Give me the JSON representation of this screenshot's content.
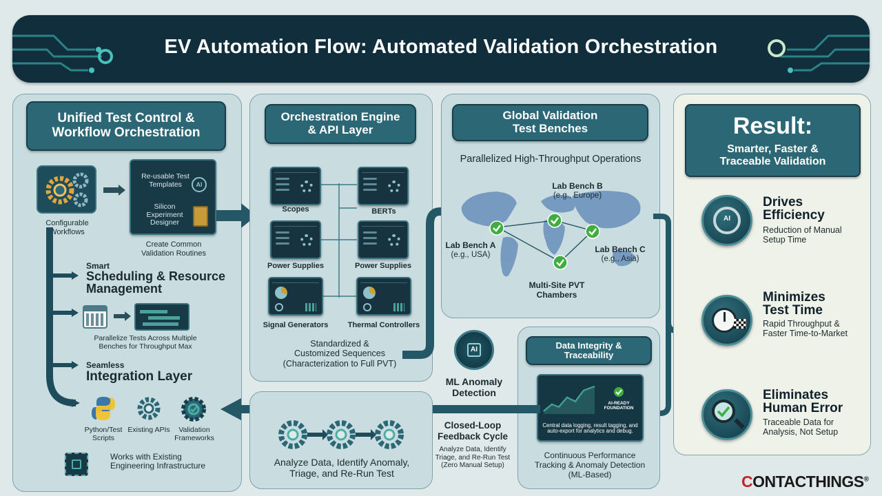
{
  "header": {
    "title": "EV Automation Flow: Automated Validation Orchestration"
  },
  "panel1": {
    "title_line1": "Unified Test Control &",
    "title_line2": "Workflow Orchestration",
    "configurable": "Configurable Workflows",
    "templates_card": {
      "line1": "Re-usable Test",
      "line2": "Templates",
      "line3": "Silicon",
      "line4": "Experiment",
      "line5": "Designer"
    },
    "create_common": "Create Common Validation Routines",
    "smart_small": "Smart",
    "smart_big": "Scheduling & Resource Management",
    "parallelize": "Parallelize Tests Across Multiple Benches for Throughput Max",
    "seamless_small": "Seamless",
    "seamless_big": "Integration Layer",
    "python": "Python/Test Scripts",
    "apis": "Existing APIs",
    "frameworks": "Validation Frameworks",
    "infra": "Works with Existing Engineering Infrastructure"
  },
  "panel2": {
    "title_line1": "Orchestration Engine",
    "title_line2": "& API Layer",
    "devices": [
      "Scopes",
      "BERTs",
      "Power Supplies",
      "Power Supplies",
      "Signal Generators",
      "Thermal Controllers"
    ],
    "caption_line1": "Standardized &",
    "caption_line2": "Customized Sequences",
    "caption_line3": "(Characterization to Full PVT)"
  },
  "panel3": {
    "title_line1": "Global Validation",
    "title_line2": "Test Benches",
    "subtitle": "Parallelized High-Throughput Operations",
    "bench_a": {
      "name": "Lab Bench A",
      "region": "(e.g., USA)"
    },
    "bench_b": {
      "name": "Lab Bench B",
      "region": "(e.g., Europe)"
    },
    "bench_c": {
      "name": "Lab Bench C",
      "region": "(e.g., Asia)"
    },
    "multisite": "Multi-Site PVT Chambers"
  },
  "panel4": {
    "title_line1": "Result:",
    "title_line2": "Smarter, Faster &",
    "title_line3": "Traceable Validation",
    "items": [
      {
        "h1": "Drives",
        "h2": "Efficiency",
        "s": "Reduction of Manual Setup Time",
        "icon": "steering-ai-icon"
      },
      {
        "h1": "Minimizes",
        "h2": "Test Time",
        "s": "Rapid Throughput & Faster Time-to-Market",
        "icon": "stopwatch-flag-icon"
      },
      {
        "h1": "Eliminates",
        "h2": "Human Error",
        "s": "Traceable Data for Analysis, Not Setup",
        "icon": "magnifier-check-icon"
      }
    ]
  },
  "data_integrity": {
    "title_line1": "Data Integrity &",
    "title_line2": "Traceability",
    "ai_ready": "AI-READY FOUNDATION",
    "screen_text": "Central data logging, result tagging, and auto-export for analytics and debug.",
    "caption": "Continuous Performance Tracking & Anomaly Detection (ML-Based)"
  },
  "ml": {
    "label": "ML Anomaly Detection",
    "chip": "AI"
  },
  "loop": {
    "title_line1": "Closed-Loop",
    "title_line2": "Feedback Cycle",
    "desc": "Analyze Data, Identify Triage, and Re-Run Test (Zero Manual Setup)"
  },
  "analyze": {
    "caption": "Analyze Data, Identify Anomaly, Triage, and Re-Run Test"
  },
  "brand": {
    "name_pre": "C",
    "name_mid": "ONTACTHINGS",
    "mark": "®"
  },
  "colors": {
    "header": "#112e3d",
    "title_box": "#2c6775",
    "accent_green": "#3fae3f",
    "panel": "#c9dde1",
    "arrow": "#2a6470"
  }
}
